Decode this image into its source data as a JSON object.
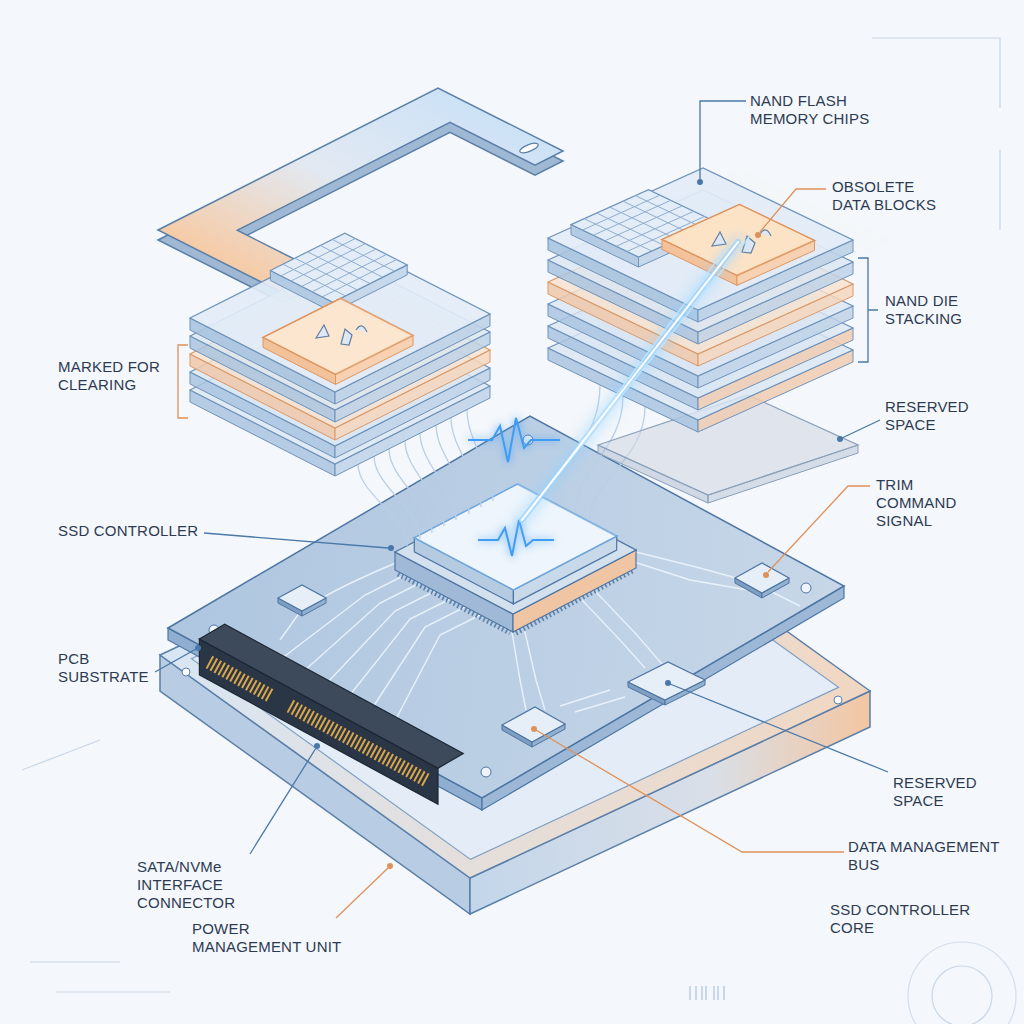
{
  "diagram": {
    "labels": [
      "NAND FLASH MEMORY CHIPS",
      "OBSOLETE DATA BLOCKS",
      "NAND DIE STACKING",
      "MARKED FOR CLEARING",
      "RESERVED SPACE",
      "TRIM COMMAND SIGNAL",
      "SSD CONTROLLER",
      "PCB SUBSTRATE",
      "RESERVED SPACE",
      "DATA MANAGEMENT BUS",
      "SATA/NVMe INTERFACE CONNECTOR",
      "SSD CONTROLLER CORE",
      "POWER MANAGEMENT UNIT"
    ]
  }
}
